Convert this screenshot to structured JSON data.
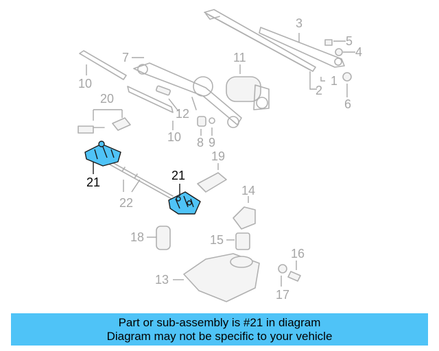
{
  "diagram": {
    "callouts": {
      "c1": "1",
      "c2": "2",
      "c3": "3",
      "c4": "4",
      "c5": "5",
      "c6": "6",
      "c7": "7",
      "c8": "8",
      "c9": "9",
      "c10a": "10",
      "c10b": "10",
      "c11": "11",
      "c12": "12",
      "c13": "13",
      "c14": "14",
      "c15": "15",
      "c16": "16",
      "c17": "17",
      "c18": "18",
      "c19": "19",
      "c20": "20",
      "c21a": "21",
      "c21b": "21",
      "c22": "22"
    },
    "highlight_color": "#4fc3f7"
  },
  "banner": {
    "line1": "Part or sub-assembly is #21 in diagram",
    "line2": "Diagram may not be specific to your vehicle",
    "color": "#4fc3f7"
  }
}
